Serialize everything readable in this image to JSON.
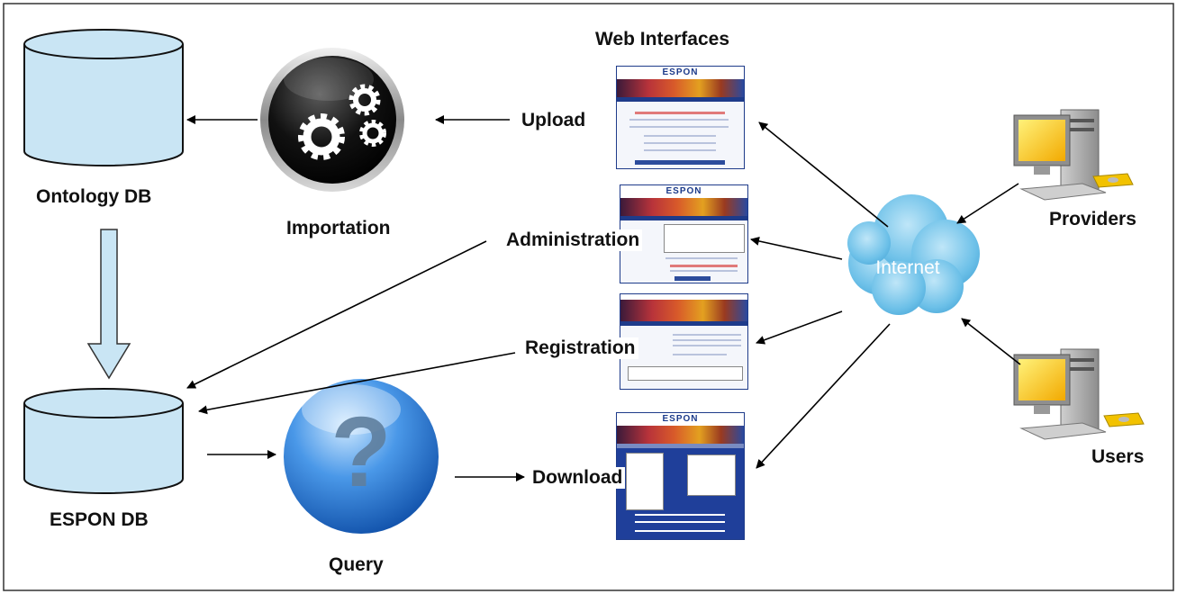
{
  "labels": {
    "web_interfaces": "Web Interfaces",
    "ontology_db": "Ontology DB",
    "espon_db": "ESPON DB",
    "importation": "Importation",
    "query": "Query",
    "upload": "Upload",
    "administration": "Administration",
    "registration": "Registration",
    "download": "Download",
    "internet": "Internet",
    "providers": "Providers",
    "users": "Users",
    "espon_logo": "ESPON",
    "query_glyph": "?"
  },
  "icons": [
    "database-icon",
    "gears-icon",
    "question-icon",
    "cloud-icon",
    "computer-icon",
    "arrow-icon"
  ],
  "colors": {
    "db_fill": "#c9e5f4",
    "cloud": "#6fc3ea",
    "query_sphere": "#2f7fd6",
    "gear_button": "#1c1c1c",
    "espon_blue": "#1e3b8a",
    "monitor_screen": "#f2c200"
  }
}
